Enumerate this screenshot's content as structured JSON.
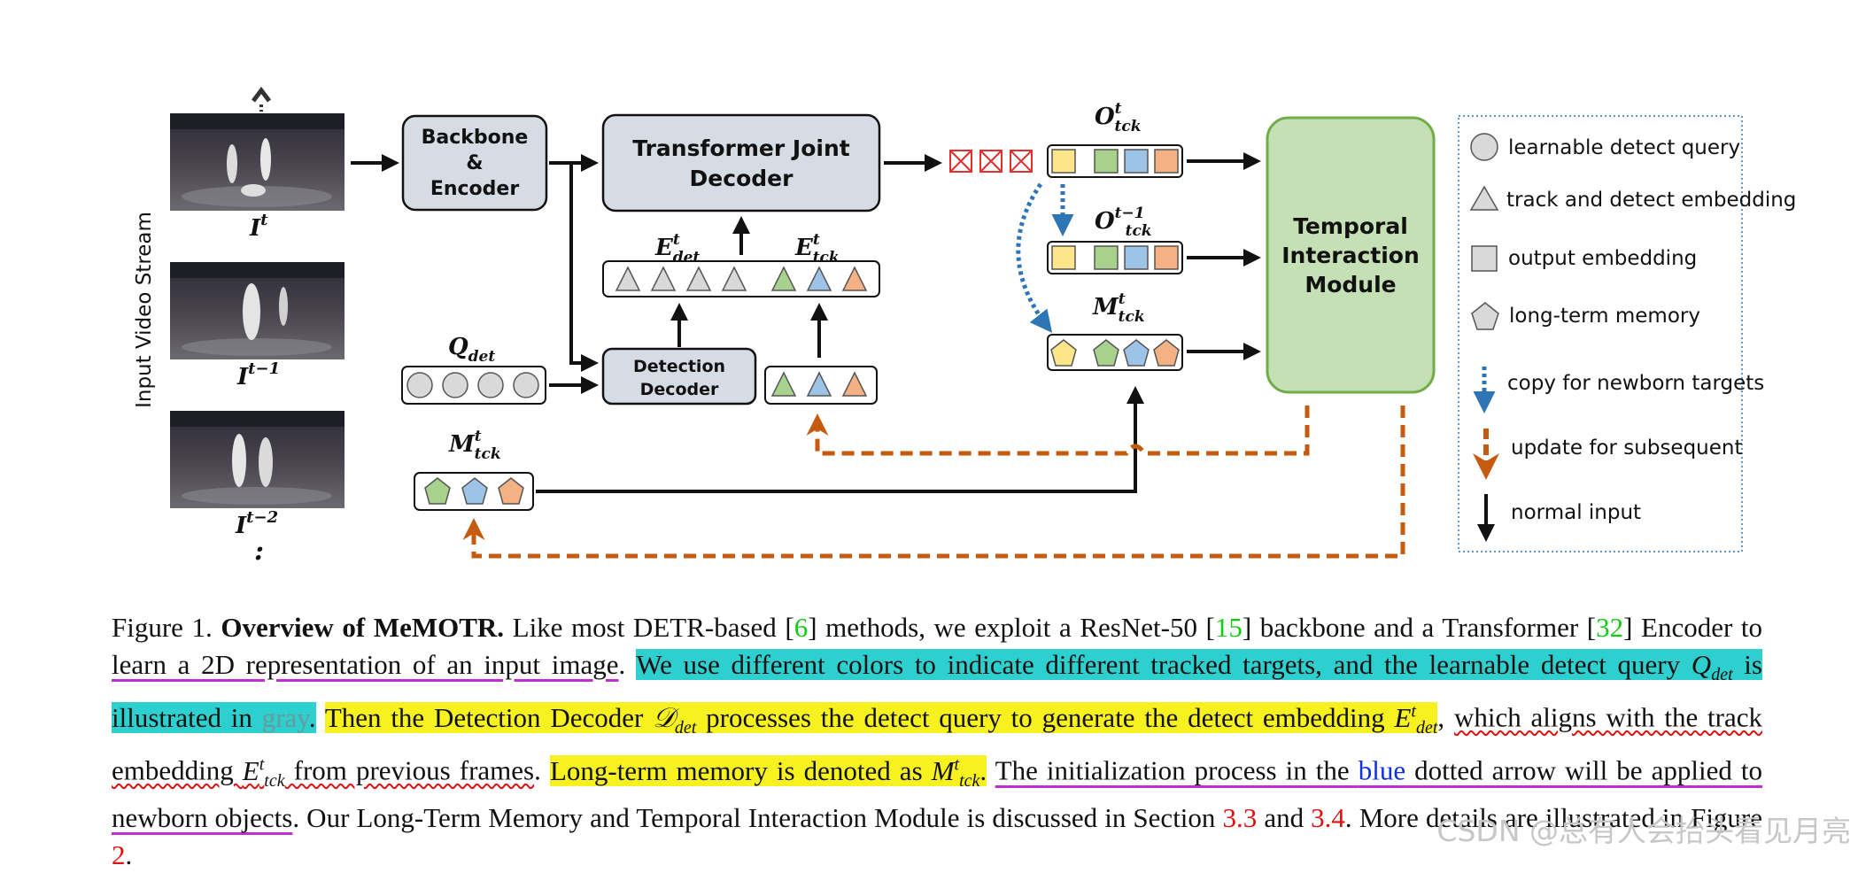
{
  "diagram": {
    "input_label": "Input Video Stream",
    "frames": [
      {
        "label": "I",
        "sup": "t"
      },
      {
        "label": "I",
        "sup": "t−1"
      },
      {
        "label": "I",
        "sup": "t−2"
      }
    ],
    "frames_more": ":",
    "backbone_lines": [
      "Backbone",
      "&",
      "Encoder"
    ],
    "decoder_lines": [
      "Transformer Joint",
      "Decoder"
    ],
    "detection_decoder_lines": [
      "Detection",
      "Decoder"
    ],
    "tim_lines": [
      "Temporal",
      "Interaction",
      "Module"
    ],
    "labels": {
      "e_det": {
        "base": "E",
        "sub": "det",
        "sup": "t"
      },
      "e_tck": {
        "base": "E",
        "sub": "tck",
        "sup": "t"
      },
      "q_det": {
        "base": "Q",
        "sub": "det"
      },
      "m_tck_left": {
        "base": "M",
        "sub": "tck",
        "sup": "t"
      },
      "o_tck": {
        "base": "O",
        "sub": "tck",
        "sup": "t"
      },
      "o_tck_prev": {
        "base": "O",
        "sub": "tck",
        "sup": "t−1"
      },
      "m_tck_right": {
        "base": "M",
        "sub": "tck",
        "sup": "t"
      }
    },
    "legend": [
      "learnable detect query",
      "track and detect embedding",
      "output embedding",
      "long-term memory",
      "copy for newborn targets",
      "update for subsequent",
      "normal input"
    ],
    "colors": {
      "yellow": "#fde58a",
      "green": "#a9d18e",
      "blue": "#9dc3e6",
      "orange": "#f4b183",
      "gray": "#d9d9d9",
      "box": "#d6dce4",
      "tim": "#c5e0b4",
      "tim_border": "#70ad47",
      "dashed_orange": "#c55a11",
      "dotted_blue": "#2e75b6"
    }
  },
  "caption": {
    "lead": "Figure 1. ",
    "title": "Overview of MeMOTR.",
    "t1": " Like most DETR-based [",
    "c6": "6",
    "t2": "] methods, we exploit a ResNet-50 [",
    "c15": "15",
    "t3": "] backbone and a Transformer [",
    "c32": "32",
    "t4": "] Encoder to ",
    "ul1": "learn a 2D representation of an input image",
    "t5": ".  ",
    "hl1": "We use different colors to indicate different tracked targets, and the learnable detect query ",
    "q_base": "Q",
    "q_sub": "det",
    "hl1b": " is illustrated in ",
    "gray_word": "gray",
    "hl1c": ".",
    "t6": " ",
    "hl2": "Then the Detection Decoder ",
    "d_base": "𝒟",
    "d_sub": "det",
    "hl2b": " processes the detect query to generate the detect embedding ",
    "e_base": "E",
    "e_sup": "t",
    "e_sub": "det",
    "t7": ", ",
    "wavy": "which aligns with the track embedding ",
    "et_base": "E",
    "et_sup": "t",
    "et_sub": "tck",
    "wavy2": " from previous frames",
    "t8": ". ",
    "hl3": "Long-term memory is denoted as ",
    "m_base": "M",
    "m_sup": "t",
    "m_sub": "tck",
    "hl3b": ".",
    "t9": " ",
    "ul2": "The initialization process in the ",
    "blue_word": "blue",
    "ul2b": " dotted arrow will be applied to newborn objects",
    "t10": ". Our Long-Term Memory and Temporal Interaction Module is discussed in Section ",
    "s33": "3.3",
    "t11": " and ",
    "s34": "3.4",
    "t12": ". More details are illustrated in Figure ",
    "f2": "2",
    "t13": "."
  },
  "watermark": "CSDN @总有人会抬头看见月亮"
}
